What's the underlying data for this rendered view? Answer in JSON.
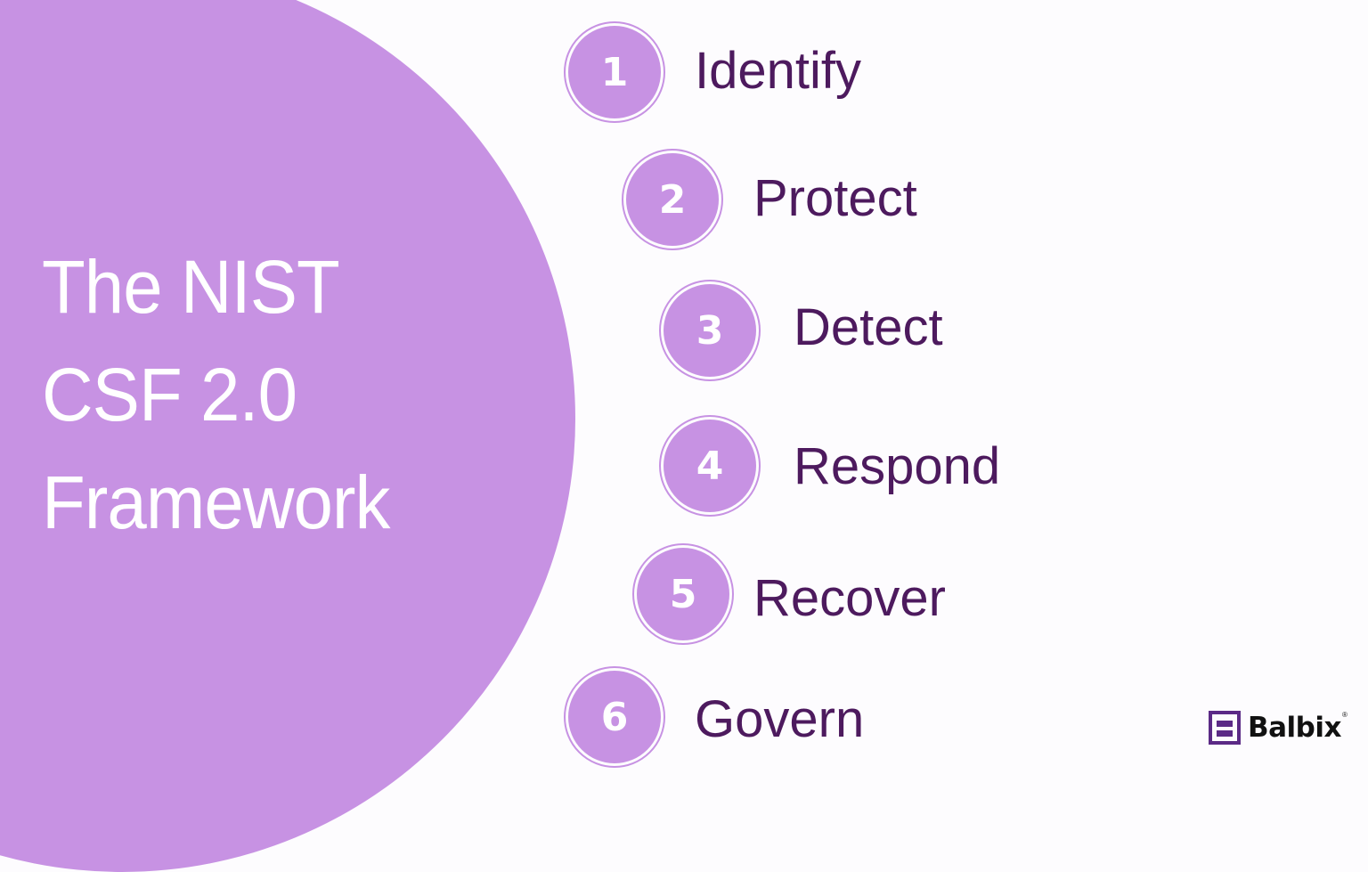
{
  "title": {
    "lines": [
      "The NIST",
      "CSF 2.0",
      "Framework"
    ]
  },
  "steps": [
    {
      "number": "1",
      "label": "Identify"
    },
    {
      "number": "2",
      "label": "Protect"
    },
    {
      "number": "3",
      "label": "Detect"
    },
    {
      "number": "4",
      "label": "Respond"
    },
    {
      "number": "5",
      "label": "Recover"
    },
    {
      "number": "6",
      "label": "Govern"
    }
  ],
  "logo": {
    "text": "Balbix",
    "registered": "®"
  },
  "colors": {
    "accent": "#c792e3",
    "label_text": "#4d1a5e",
    "background": "#fdfcfe",
    "logo_mark": "#5b2a86"
  }
}
